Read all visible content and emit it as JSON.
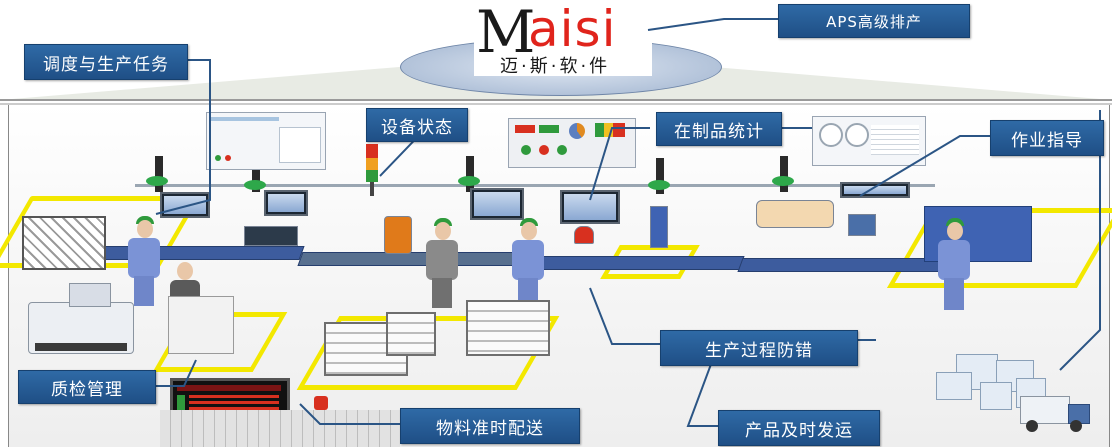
{
  "logo": {
    "letters_m": "M",
    "letters_rest": "aisi",
    "subtitle": "迈·斯·软·件"
  },
  "labels": {
    "aps": "APS高级排产",
    "dispatch": "调度与生产任务",
    "equipment": "设备状态",
    "wip": "在制品统计",
    "guidance": "作业指导",
    "error_proof": "生产过程防错",
    "quality": "质检管理",
    "material": "物料准时配送",
    "shipping": "产品及时发运"
  },
  "colors": {
    "callout_blue": "#2f6aa6",
    "zone_yellow": "#f3e800",
    "logo_red": "#e0241c",
    "logo_black": "#1a1a1a"
  }
}
